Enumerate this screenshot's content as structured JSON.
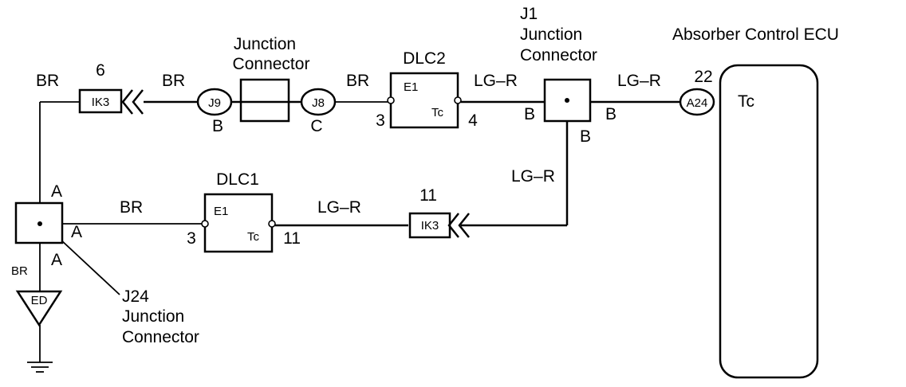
{
  "ecu": {
    "title": "Absorber Control ECU",
    "pin_number": "22",
    "connector": "A24",
    "terminal": "Tc"
  },
  "j1": {
    "line1": "J1",
    "line2": "Junction",
    "line3": "Connector",
    "pin_left": "B",
    "pin_right": "B",
    "pin_bottom": "B"
  },
  "dlc2": {
    "title": "DLC2",
    "pin_left_num": "3",
    "pin_right_num": "4",
    "term_left": "E1",
    "term_right": "Tc"
  },
  "dlc1": {
    "title": "DLC1",
    "pin_left_num": "3",
    "pin_right_num": "11",
    "term_left": "E1",
    "term_right": "Tc"
  },
  "junction_top": {
    "line1": "Junction",
    "line2": "Connector",
    "left_conn": "J9",
    "right_conn": "J8",
    "left_pin": "B",
    "right_pin": "C"
  },
  "ik3_top": {
    "label": "IK3",
    "pin": "6"
  },
  "ik3_bottom": {
    "label": "IK3",
    "pin": "11"
  },
  "j24": {
    "line1": "J24",
    "line2": "Junction",
    "line3": "Connector",
    "pin_top": "A",
    "pin_right": "A",
    "pin_bottom": "A"
  },
  "ground": {
    "label": "ED"
  },
  "wires": {
    "br_left": "BR",
    "br_mid": "BR",
    "br_dlc2": "BR",
    "br_lower": "BR",
    "br_ground": "BR",
    "lgr_top1": "LG–R",
    "lgr_top2": "LG–R",
    "lgr_vertical": "LG–R",
    "lgr_lower": "LG–R"
  }
}
